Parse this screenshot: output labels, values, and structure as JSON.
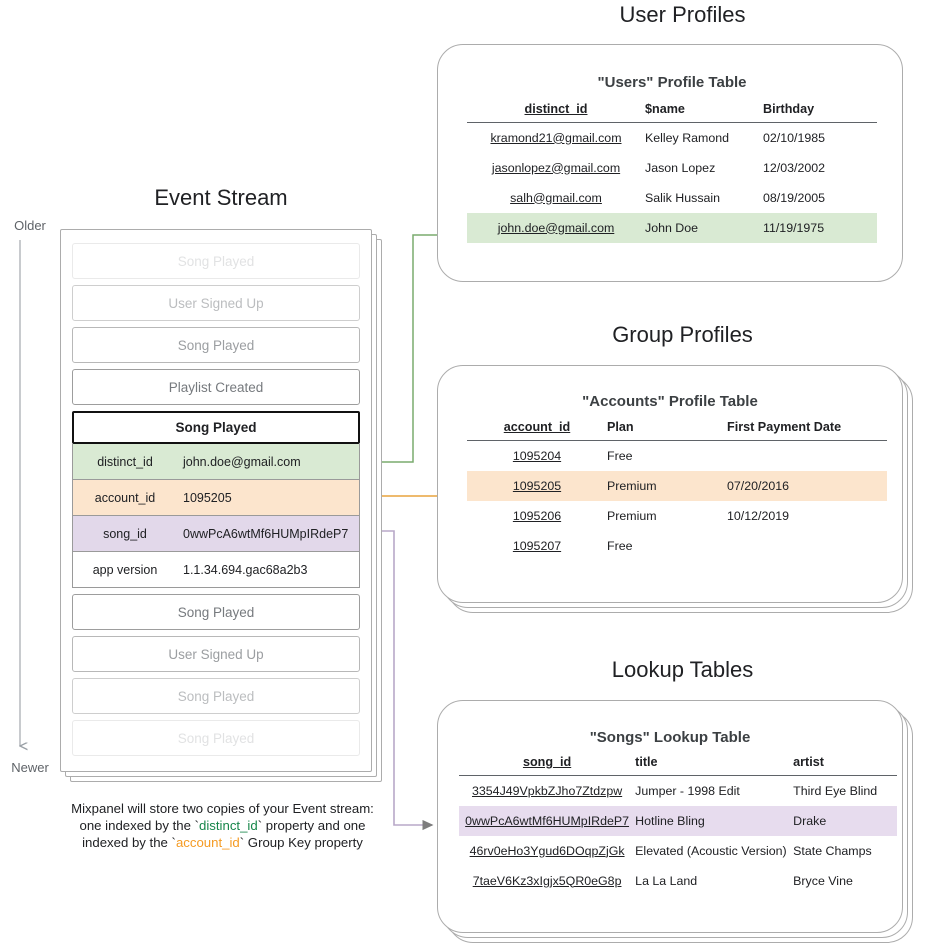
{
  "sections": {
    "user_profiles_title": "User Profiles",
    "group_profiles_title": "Group Profiles",
    "lookup_tables_title": "Lookup Tables",
    "event_stream_title": "Event Stream"
  },
  "time_axis": {
    "older": "Older",
    "newer": "Newer"
  },
  "event_stream": {
    "faded_events_top": [
      {
        "label": "Song Played",
        "fade": "f1"
      },
      {
        "label": "User Signed Up",
        "fade": "f2"
      },
      {
        "label": "Song Played",
        "fade": "f3"
      },
      {
        "label": "Playlist Created",
        "fade": "f4"
      }
    ],
    "expanded_event": {
      "name": "Song Played",
      "properties": [
        {
          "key": "distinct_id",
          "value": "john.doe@gmail.com",
          "tone": "green"
        },
        {
          "key": "account_id",
          "value": "1095205",
          "tone": "orange"
        },
        {
          "key": "song_id",
          "value": "0wwPcA6wtMf6HUMpIRdeP7",
          "tone": "purple"
        },
        {
          "key": "app version",
          "value": "1.1.34.694.gac68a2b3",
          "tone": "plain"
        }
      ]
    },
    "faded_events_bottom": [
      {
        "label": "Song Played",
        "fade": "f4"
      },
      {
        "label": "User Signed Up",
        "fade": "f3"
      },
      {
        "label": "Song Played",
        "fade": "f2"
      },
      {
        "label": "Song Played",
        "fade": "f1"
      }
    ]
  },
  "caption": {
    "line1": "Mixpanel will store two copies of your Event stream:",
    "line2_a": "one indexed by the `",
    "line2_key": "distinct_id",
    "line2_b": "` property and one",
    "line3_a": "indexed by the `",
    "line3_key": "account_id",
    "line3_b": "` Group Key property"
  },
  "users_table": {
    "title": "\"Users\" Profile Table",
    "columns": [
      "distinct_id",
      "$name",
      "Birthday"
    ],
    "rows": [
      {
        "cells": [
          "kramond21@gmail.com",
          "Kelley Ramond",
          "02/10/1985"
        ],
        "highlight": ""
      },
      {
        "cells": [
          "jasonlopez@gmail.com",
          "Jason Lopez",
          "12/03/2002"
        ],
        "highlight": ""
      },
      {
        "cells": [
          "salh@gmail.com",
          "Salik Hussain",
          "08/19/2005"
        ],
        "highlight": ""
      },
      {
        "cells": [
          "john.doe@gmail.com",
          "John Doe",
          "11/19/1975"
        ],
        "highlight": "hl-green"
      }
    ]
  },
  "accounts_table": {
    "title": "\"Accounts\" Profile Table",
    "columns": [
      "account_id",
      "Plan",
      "First Payment Date"
    ],
    "rows": [
      {
        "cells": [
          "1095204",
          "Free",
          ""
        ],
        "highlight": ""
      },
      {
        "cells": [
          "1095205",
          "Premium",
          "07/20/2016"
        ],
        "highlight": "hl-orange"
      },
      {
        "cells": [
          "1095206",
          "Premium",
          "10/12/2019"
        ],
        "highlight": ""
      },
      {
        "cells": [
          "1095207",
          "Free",
          ""
        ],
        "highlight": ""
      }
    ]
  },
  "songs_table": {
    "title": "\"Songs\" Lookup Table",
    "columns": [
      "song_id",
      "title",
      "artist"
    ],
    "rows": [
      {
        "cells": [
          "3354J49VpkbZJho7Ztdzpw",
          "Jumper - 1998 Edit",
          "Third Eye Blind"
        ],
        "highlight": ""
      },
      {
        "cells": [
          "0wwPcA6wtMf6HUMpIRdeP7",
          "Hotline Bling",
          "Drake"
        ],
        "highlight": "hl-purple"
      },
      {
        "cells": [
          "46rv0eHo3Ygud6DOqpZjGk",
          "Elevated (Acoustic Version)",
          "State Champs"
        ],
        "highlight": ""
      },
      {
        "cells": [
          "7taeV6Kz3xIgjx5QR0eG8p",
          "La La Land",
          "Bryce Vine"
        ],
        "highlight": ""
      }
    ]
  },
  "colors": {
    "green_fill": "#d9ead3",
    "orange_fill": "#fce5cd",
    "purple_fill": "#e2d8ea",
    "green_line": "#7aab6e",
    "orange_line": "#e8a33d",
    "purple_line": "#b8a8c8",
    "gray_arrow": "#7d7d7d",
    "border_gray": "#acacac"
  }
}
